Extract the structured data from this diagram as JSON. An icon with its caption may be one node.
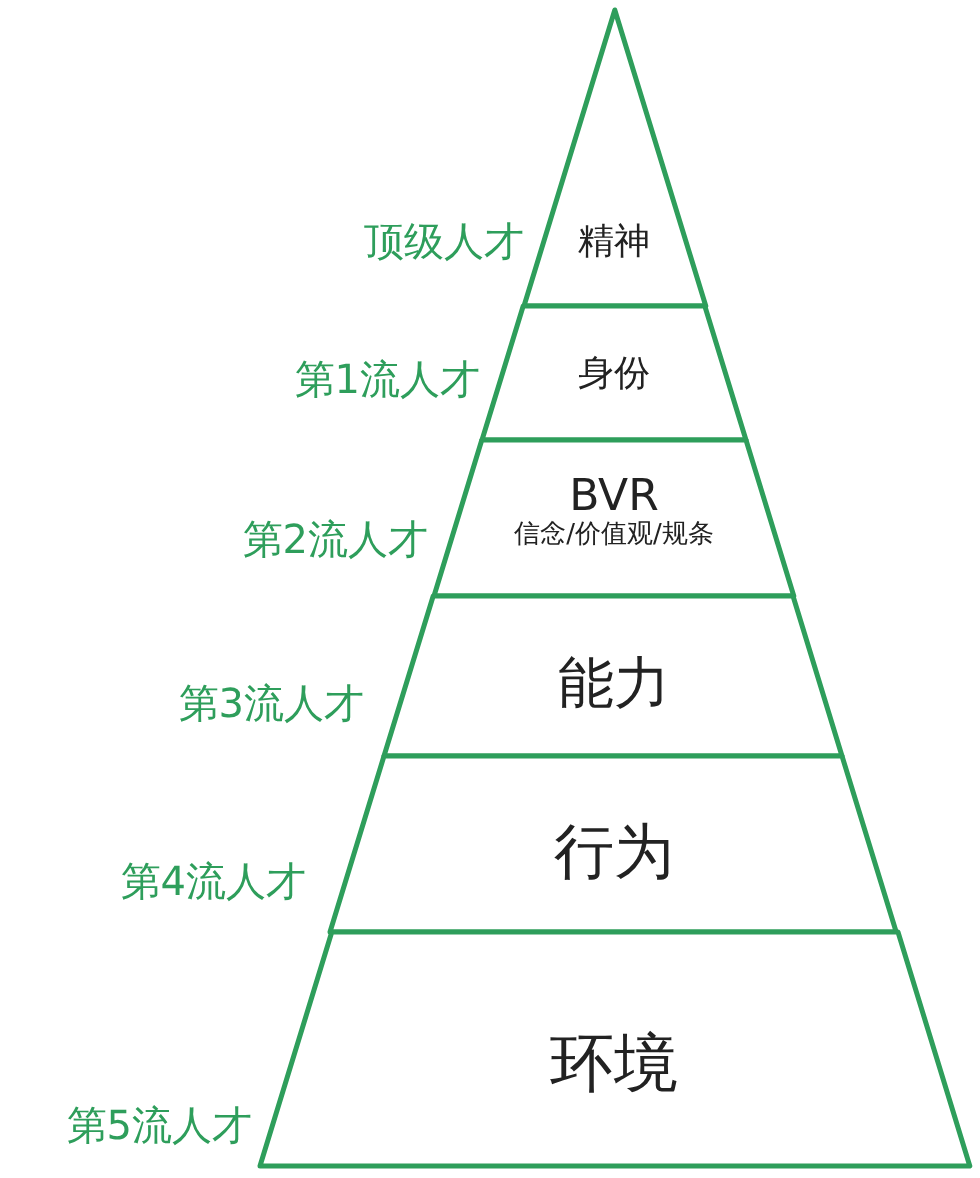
{
  "diagram": {
    "nodes": [
      {
        "text": [
          "精神"
        ],
        "beside": [
          "顶级人才"
        ]
      },
      {
        "text": [
          "身份"
        ],
        "beside": [
          "第1流人才"
        ]
      },
      {
        "text": [
          "BVR",
          "信念/价值观/规条"
        ],
        "beside": [
          "第2流人才"
        ]
      },
      {
        "text": [
          "能力"
        ],
        "beside": [
          "第3流人才"
        ]
      },
      {
        "text": [
          "行为"
        ],
        "beside": [
          "第4流人才"
        ]
      },
      {
        "text": [
          "环境"
        ],
        "beside": [
          "第5流人才"
        ]
      }
    ]
  }
}
